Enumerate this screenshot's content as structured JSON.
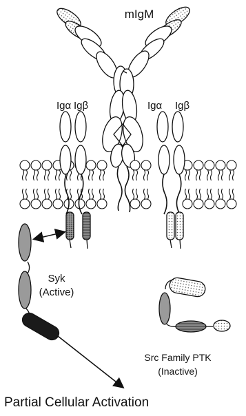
{
  "labels": {
    "antibody": "mIgM",
    "ig_alpha_left": "Igα",
    "ig_beta_left": "Igβ",
    "ig_alpha_right": "Igα",
    "ig_beta_right": "Igβ",
    "syk_name": "Syk",
    "syk_state": "(Active)",
    "src_name": "Src Family PTK",
    "src_state": "(Inactive)",
    "outcome": "Partial Cellular Activation"
  }
}
